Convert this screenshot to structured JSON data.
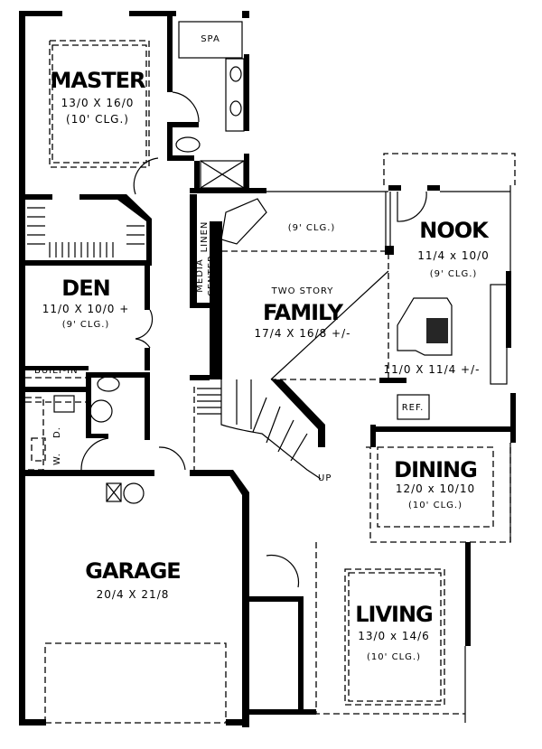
{
  "plan": {
    "rooms": {
      "master": {
        "name": "MASTER",
        "size": "13/0 X 16/0",
        "ceiling": "(10' CLG.)"
      },
      "spa": {
        "name": "SPA"
      },
      "linen": {
        "name": "LINEN"
      },
      "media": {
        "line1": "MEDIA",
        "line2": "CENTER"
      },
      "family": {
        "note": "TWO STORY",
        "name": "FAMILY",
        "size": "17/4 X 16/8 +/-",
        "ceiling": "(9' CLG.)"
      },
      "nook": {
        "name": "NOOK",
        "size": "11/4 x 10/0",
        "ceiling": "(9' CLG.)"
      },
      "kitchen": {
        "size": "11/0 X 11/4 +/-",
        "ref": "REF."
      },
      "den": {
        "name": "DEN",
        "size": "11/0 X 10/0 +",
        "ceiling": "(9' CLG.)"
      },
      "builtin": {
        "name": "BUILT-IN"
      },
      "laundry": {
        "washer": "W.",
        "dryer": "D."
      },
      "stairs": {
        "label": "UP"
      },
      "dining": {
        "name": "DINING",
        "size": "12/0 x 10/10",
        "ceiling": "(10' CLG.)"
      },
      "garage": {
        "name": "GARAGE",
        "size": "20/4 X 21/8"
      },
      "living": {
        "name": "LIVING",
        "size": "13/0 x 14/6",
        "ceiling": "(10' CLG.)"
      }
    }
  }
}
